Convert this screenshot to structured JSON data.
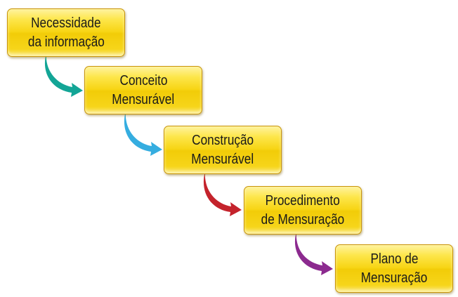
{
  "steps": [
    {
      "line1": "Necessidade",
      "line2": "da informação"
    },
    {
      "line1": "Conceito",
      "line2": "Mensurável"
    },
    {
      "line1": "Construção",
      "line2": "Mensurável"
    },
    {
      "line1": "Procedimento",
      "line2": "de Mensuração"
    },
    {
      "line1": "Plano de",
      "line2": "Mensuração"
    }
  ],
  "colors": {
    "arrow1": "#13a596",
    "arrow2": "#35ade0",
    "arrow3": "#c4232c",
    "arrow4": "#8c2a8f",
    "box": "#f6d51a"
  }
}
